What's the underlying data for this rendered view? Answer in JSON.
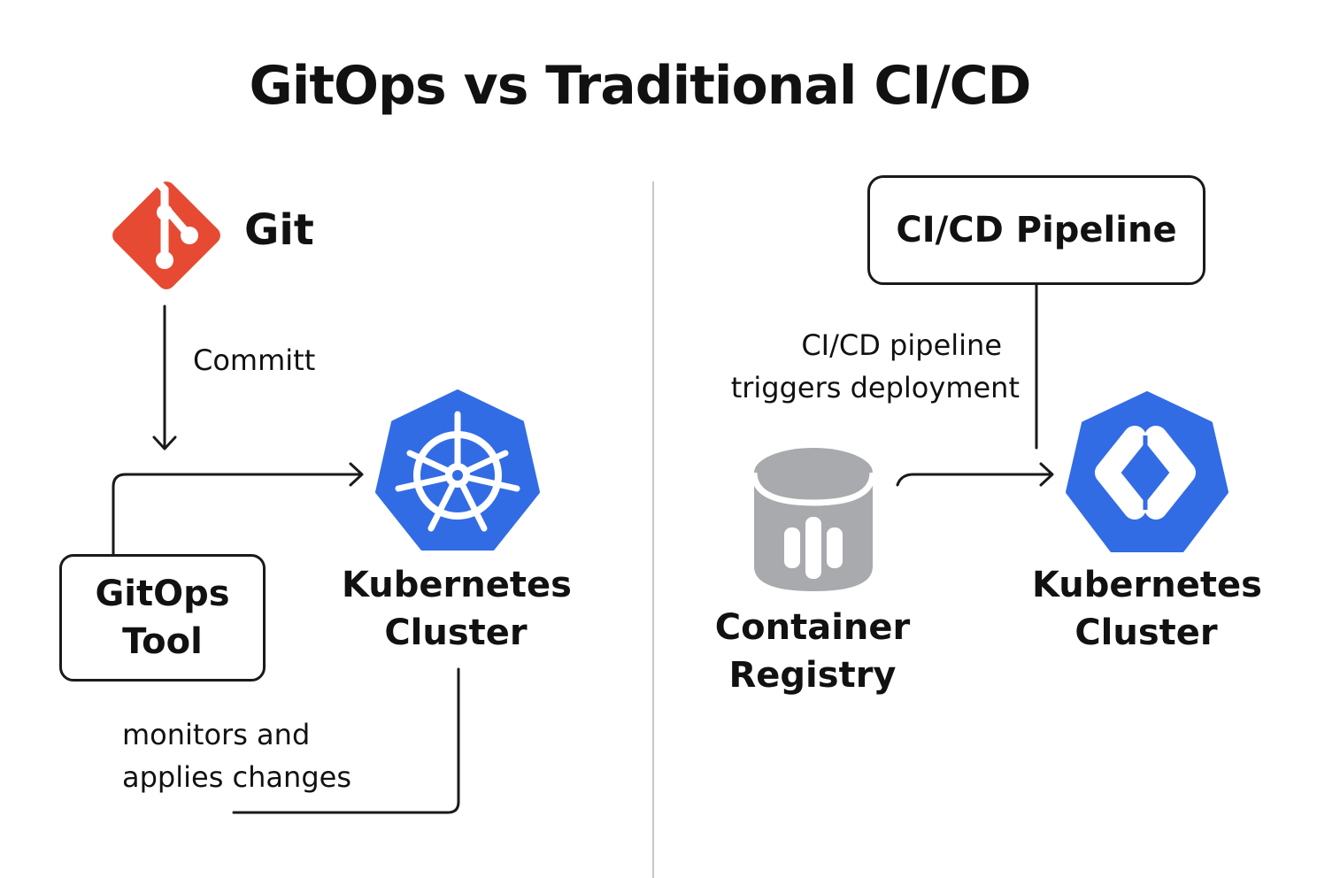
{
  "title": "GitOps vs Traditional CI/CD",
  "gitops_side": {
    "git_label": "Git",
    "commit_label": "Committ",
    "gitops_tool_line1": "GitOps",
    "gitops_tool_line2": "Tool",
    "k8s_line1": "Kubernetes",
    "k8s_line2": "Cluster",
    "monitor_line1": "monitors and",
    "monitor_line2": "applies changes"
  },
  "cicd_side": {
    "pipeline_label": "CI/CD Pipeline",
    "trigger_line1": "CI/CD pipeline",
    "trigger_line2": "triggers deployment",
    "registry_line1": "Container",
    "registry_line2": "Registry",
    "k8s_line1": "Kubernetes",
    "k8s_line2": "Cluster"
  },
  "colors": {
    "git_red": "#e64a32",
    "k8s_blue": "#326ce5",
    "registry_gray": "#a8aaad",
    "line": "#1a1a1a",
    "divider": "#c8c8c8"
  },
  "icons": {
    "git": "git-logo-icon",
    "kubernetes_left": "kubernetes-helm-icon",
    "kubernetes_right": "kubernetes-diamond-icon",
    "registry": "database-cylinder-icon"
  }
}
